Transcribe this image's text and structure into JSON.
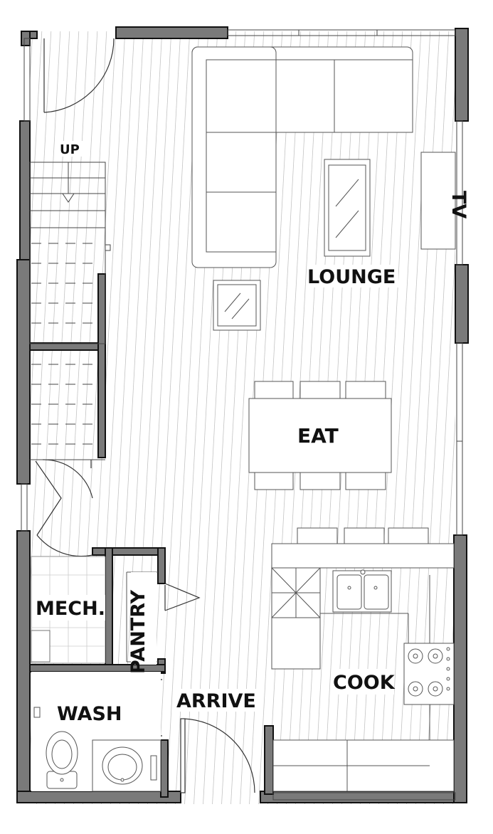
{
  "rooms": {
    "up": "UP",
    "lounge": "LOUNGE",
    "tv": "TV",
    "eat": "EAT",
    "mech": "MECH.",
    "pantry": "PANTRY",
    "cook": "COOK",
    "wash": "WASH",
    "arrive": "ARRIVE"
  },
  "colors": {
    "wall_fill": "#7a7a7a",
    "wall_stroke": "#111111",
    "line": "#444444",
    "floor_line": "#bdbdbd",
    "background": "#ffffff"
  }
}
